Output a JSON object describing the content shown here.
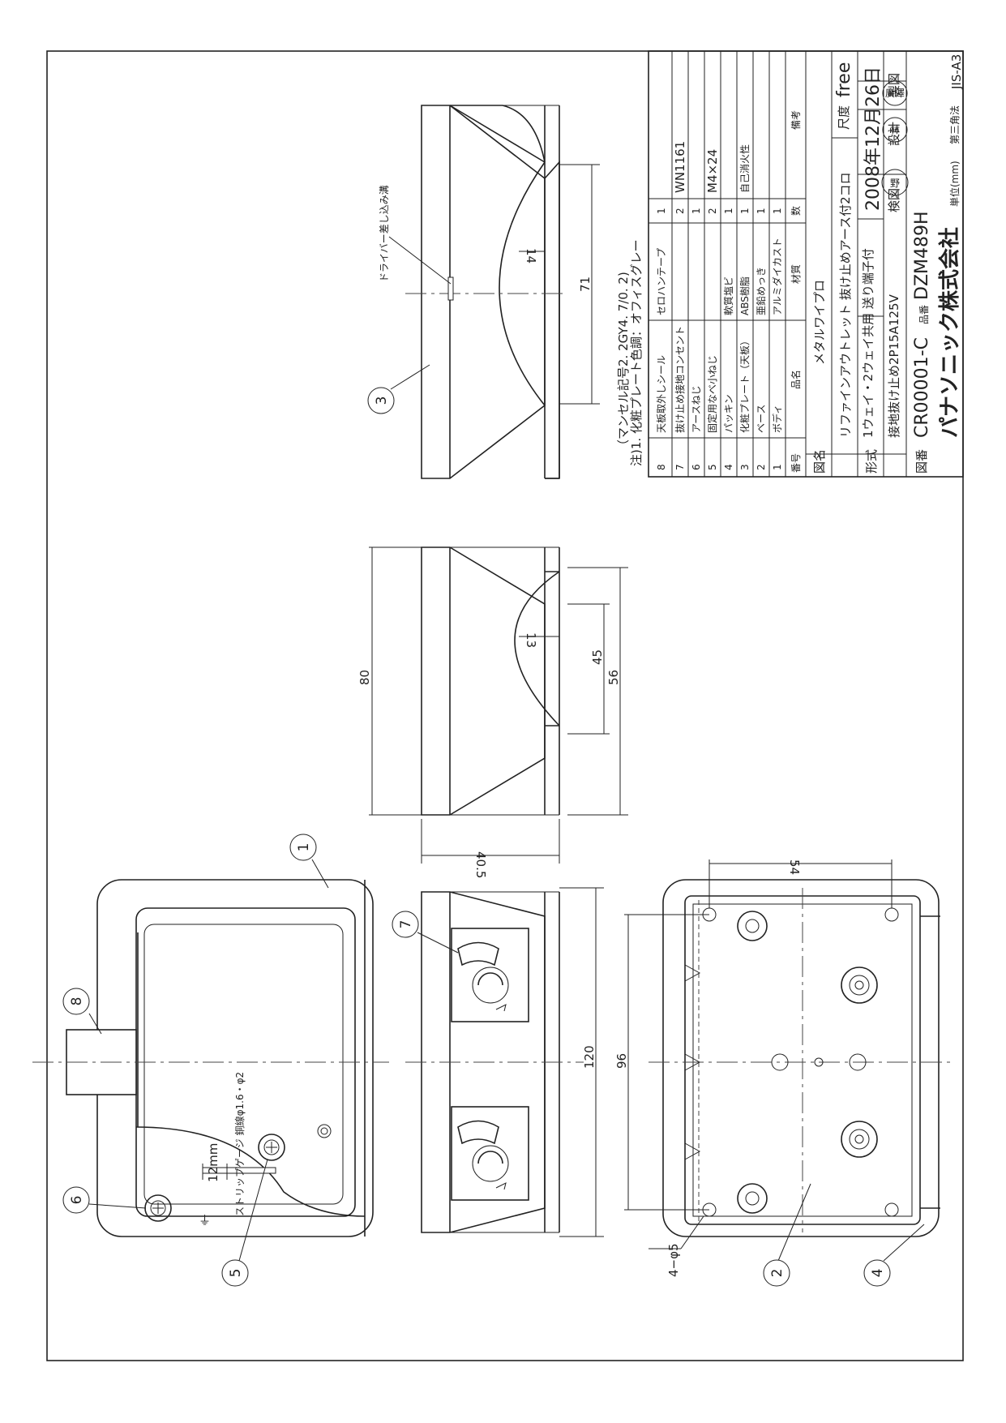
{
  "drawing": {
    "standard": "JIS-A3",
    "unit_label": "単位(mm)",
    "projection": "第三角法",
    "company": "パナソニック株式会社",
    "notes": [
      "注)1. 化粧プレート色調：オフィスグレー",
      "（マンセル記号2. 2GY4. 7/0. 2)"
    ],
    "title_block": {
      "drawing_name_label": "図名",
      "drawing_name_line1": "メタルワイプロ",
      "drawing_name_line2": "リファインアウトレット 抜け止めアース付2コロ",
      "model_label": "形式",
      "model_line1": "1ウェイ・2ウェイ共用 送り端子付",
      "model_line2": "接地抜け止め2P15A125V",
      "drawing_no_label": "図番",
      "drawing_no": "CR00001-C",
      "product_no_label": "品番",
      "product_no": "DZM489H",
      "scale_label": "尺度",
      "scale": "free",
      "date": "2008年12月26日",
      "check_label": "検図",
      "design_label": "設計",
      "draw_label": "製図",
      "stamp_check": "野",
      "stamp_design": "林",
      "stamp_draw": "廣澤"
    },
    "parts_header": {
      "no": "番号",
      "name": "品名",
      "material": "材質",
      "qty": "数",
      "remarks": "備考"
    },
    "parts": [
      {
        "no": "8",
        "name": "天板取外しシール",
        "material": "セロハンテープ",
        "qty": "1",
        "remarks": ""
      },
      {
        "no": "7",
        "name": "抜け止め接地コンセント",
        "material": "",
        "qty": "2",
        "remarks": "WN1161"
      },
      {
        "no": "6",
        "name": "アースねじ",
        "material": "",
        "qty": "1",
        "remarks": ""
      },
      {
        "no": "5",
        "name": "固定用なべ小ねじ",
        "material": "",
        "qty": "2",
        "remarks": "M4×24"
      },
      {
        "no": "4",
        "name": "パッキン",
        "material": "軟質塩ビ",
        "qty": "1",
        "remarks": ""
      },
      {
        "no": "3",
        "name": "化粧プレート（天板）",
        "material": "ABS樹脂",
        "qty": "1",
        "remarks": "自己消火性"
      },
      {
        "no": "2",
        "name": "ベース",
        "material": "亜鉛めっき",
        "qty": "1",
        "remarks": ""
      },
      {
        "no": "1",
        "name": "ボディ",
        "material": "アルミダイカスト",
        "qty": "1",
        "remarks": ""
      }
    ],
    "dimensions": {
      "height_80": "80",
      "depth_40_5": "40.5",
      "groove_56": "56",
      "groove_45": "45",
      "depth_13": "13",
      "groove_71": "71",
      "depth_14": "14",
      "width_120": "120",
      "hole_pitch_96": "96",
      "hole_pitch_54": "54",
      "holes": "4−φ5",
      "strip_length": "12mm"
    },
    "annotations": {
      "driver_slot": "ドライバー差し込み溝",
      "ground_wire": "ストリップゲージ 銅線φ1.6・φ2",
      "ground_symbol": "⏚"
    },
    "balloons": [
      "1",
      "2",
      "3",
      "4",
      "5",
      "6",
      "7",
      "8"
    ]
  }
}
